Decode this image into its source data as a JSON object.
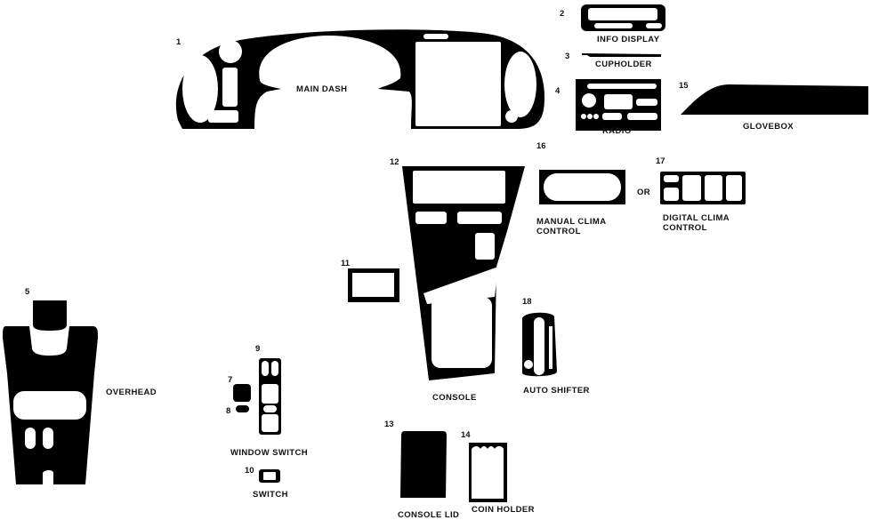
{
  "parts": {
    "main_dash": {
      "number": "1",
      "label": "MAIN DASH"
    },
    "info_display": {
      "number": "2",
      "label": "INFO DISPLAY"
    },
    "cupholder": {
      "number": "3",
      "label": "CUPHOLDER"
    },
    "radio": {
      "number": "4",
      "label": "RADIO"
    },
    "overhead": {
      "number": "5",
      "label": "OVERHEAD"
    },
    "part_7": {
      "number": "7"
    },
    "part_8": {
      "number": "8"
    },
    "window_switch": {
      "number": "9",
      "label": "WINDOW SWITCH"
    },
    "switch": {
      "number": "10",
      "label": "SWITCH"
    },
    "part_11": {
      "number": "11"
    },
    "console": {
      "number": "12",
      "label": "CONSOLE"
    },
    "console_lid": {
      "number": "13",
      "label": "CONSOLE LID"
    },
    "coin_holder": {
      "number": "14",
      "label": "COIN HOLDER"
    },
    "glovebox": {
      "number": "15",
      "label": "GLOVEBOX"
    },
    "manual_clima": {
      "number": "16",
      "label_line1": "MANUAL CLIMA",
      "label_line2": "CONTROL"
    },
    "digital_clima": {
      "number": "17",
      "label_line1": "DIGITAL CLIMA",
      "label_line2": "CONTROL"
    },
    "auto_shifter": {
      "number": "18",
      "label": "AUTO SHIFTER"
    }
  },
  "or_text": "OR",
  "colors": {
    "part_fill": "#000000",
    "background": "#ffffff"
  }
}
